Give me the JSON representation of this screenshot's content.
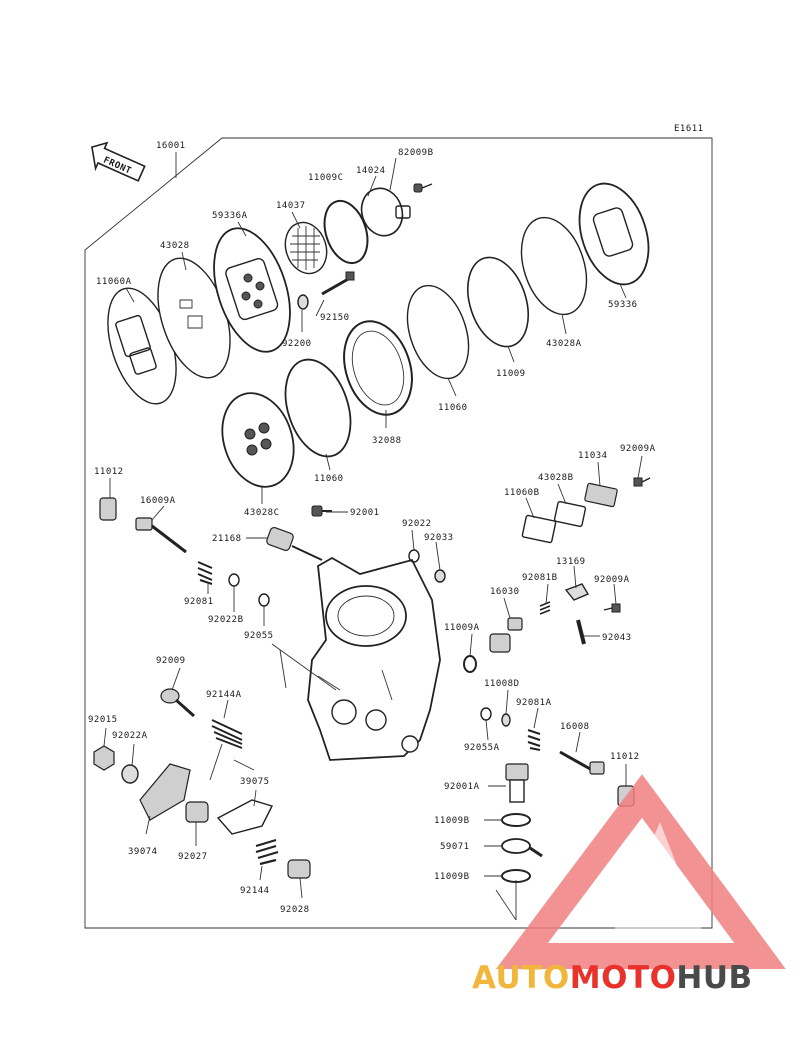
{
  "diagram_code": "E1611",
  "front_label": "FRONT",
  "watermark": {
    "part1": "AUTO",
    "part2": "MOTO",
    "part3": "HUB",
    "colors": {
      "auto": "#f3b63c",
      "moto": "#e8322b",
      "hub": "#4a4a4a",
      "triangle": "#f08080"
    }
  },
  "part_labels": [
    {
      "id": "16001",
      "text": "16001"
    },
    {
      "id": "82009b",
      "text": "82009B"
    },
    {
      "id": "14024",
      "text": "14024"
    },
    {
      "id": "11009c",
      "text": "11009C"
    },
    {
      "id": "14037",
      "text": "14037"
    },
    {
      "id": "59336a",
      "text": "59336A"
    },
    {
      "id": "43028",
      "text": "43028"
    },
    {
      "id": "11060a",
      "text": "11060A"
    },
    {
      "id": "92150",
      "text": "92150"
    },
    {
      "id": "92200",
      "text": "92200"
    },
    {
      "id": "32088",
      "text": "32088"
    },
    {
      "id": "11060-top",
      "text": "11060"
    },
    {
      "id": "11009",
      "text": "11009"
    },
    {
      "id": "43028a",
      "text": "43028A"
    },
    {
      "id": "59336",
      "text": "59336"
    },
    {
      "id": "11060-bottom",
      "text": "11060"
    },
    {
      "id": "43028c",
      "text": "43028C"
    },
    {
      "id": "11012-left",
      "text": "11012"
    },
    {
      "id": "16009a",
      "text": "16009A"
    },
    {
      "id": "21168",
      "text": "21168"
    },
    {
      "id": "92001",
      "text": "92001"
    },
    {
      "id": "92022-top",
      "text": "92022"
    },
    {
      "id": "92033",
      "text": "92033"
    },
    {
      "id": "11034",
      "text": "11034"
    },
    {
      "id": "92009a-top",
      "text": "92009A"
    },
    {
      "id": "43028b",
      "text": "43028B"
    },
    {
      "id": "11060b",
      "text": "11060B"
    },
    {
      "id": "13169",
      "text": "13169"
    },
    {
      "id": "92081b",
      "text": "92081B"
    },
    {
      "id": "92009a-mid",
      "text": "92009A"
    },
    {
      "id": "16030",
      "text": "16030"
    },
    {
      "id": "92043",
      "text": "92043"
    },
    {
      "id": "11009a",
      "text": "11009A"
    },
    {
      "id": "92081",
      "text": "92081"
    },
    {
      "id": "92022b",
      "text": "92022B"
    },
    {
      "id": "92055",
      "text": "92055"
    },
    {
      "id": "92009",
      "text": "92009"
    },
    {
      "id": "92144a",
      "text": "92144A"
    },
    {
      "id": "11008d",
      "text": "11008D"
    },
    {
      "id": "92081a",
      "text": "92081A"
    },
    {
      "id": "16008",
      "text": "16008"
    },
    {
      "id": "92055a",
      "text": "92055A"
    },
    {
      "id": "11012-right",
      "text": "11012"
    },
    {
      "id": "92015",
      "text": "92015"
    },
    {
      "id": "92022a",
      "text": "92022A"
    },
    {
      "id": "39075",
      "text": "39075"
    },
    {
      "id": "92001a",
      "text": "92001A"
    },
    {
      "id": "11009b-top",
      "text": "11009B"
    },
    {
      "id": "59071",
      "text": "59071"
    },
    {
      "id": "11009b-bottom",
      "text": "11009B"
    },
    {
      "id": "39074",
      "text": "39074"
    },
    {
      "id": "92027",
      "text": "92027"
    },
    {
      "id": "92144",
      "text": "92144"
    },
    {
      "id": "92028",
      "text": "92028"
    }
  ]
}
